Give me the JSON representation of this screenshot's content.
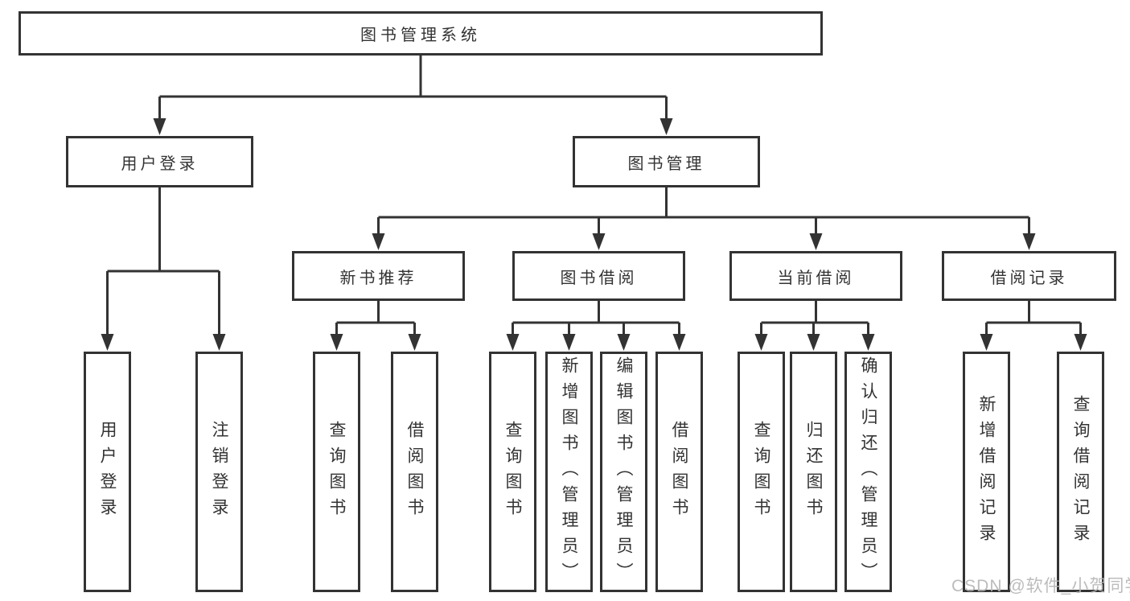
{
  "diagram": {
    "root": "图书管理系统",
    "user_branch": {
      "label": "用户登录",
      "children": [
        "用户登录",
        "注销登录"
      ]
    },
    "book_branch": {
      "label": "图书管理",
      "sections": [
        {
          "label": "新书推荐",
          "children": [
            "查询图书",
            "借阅图书"
          ]
        },
        {
          "label": "图书借阅",
          "children": [
            "查询图书",
            "新增图书（管理员）",
            "编辑图书（管理员）",
            "借阅图书"
          ]
        },
        {
          "label": "当前借阅",
          "children": [
            "查询图书",
            "归还图书",
            "确认归还（管理员）"
          ]
        },
        {
          "label": "借阅记录",
          "children": [
            "新增借阅记录",
            "查询借阅记录"
          ]
        }
      ]
    }
  },
  "watermark": {
    "text": "CSDN @软件_小贺同学"
  },
  "colors": {
    "line": "#333333",
    "text": "#333333",
    "background": "#ffffff",
    "watermark": "#b5b5b5"
  }
}
